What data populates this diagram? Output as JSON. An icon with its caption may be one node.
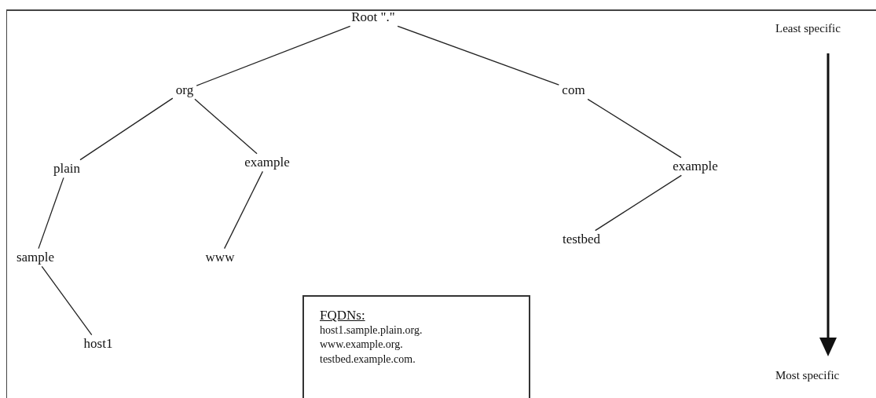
{
  "diagram": {
    "nodes": [
      {
        "text": [
          "Root \".\""
        ]
      },
      {
        "text": [
          "org"
        ]
      },
      {
        "text": [
          "com"
        ]
      },
      {
        "text": [
          "plain"
        ]
      },
      {
        "text": [
          "example"
        ]
      },
      {
        "text": [
          "example"
        ]
      },
      {
        "text": [
          "sample"
        ]
      },
      {
        "text": [
          "www"
        ]
      },
      {
        "text": [
          "testbed"
        ]
      },
      {
        "text": [
          "host1"
        ]
      },
      {
        "text": [
          "FQDNs:",
          "host1.sample.plain.org.",
          "www.example.org.",
          "testbed.example.com."
        ]
      }
    ],
    "edges": [
      {
        "from": 0,
        "to": 1,
        "arrow": "none"
      },
      {
        "from": 0,
        "to": 2,
        "arrow": "none"
      },
      {
        "from": 1,
        "to": 3,
        "arrow": "none"
      },
      {
        "from": 1,
        "to": 4,
        "arrow": "none"
      },
      {
        "from": 2,
        "to": 5,
        "arrow": "none"
      },
      {
        "from": 3,
        "to": 6,
        "arrow": "none"
      },
      {
        "from": 4,
        "to": 7,
        "arrow": "none"
      },
      {
        "from": 5,
        "to": 8,
        "arrow": "none"
      },
      {
        "from": 6,
        "to": 9,
        "arrow": "none"
      }
    ],
    "labels": [
      "Least specific",
      "Most specific"
    ]
  }
}
